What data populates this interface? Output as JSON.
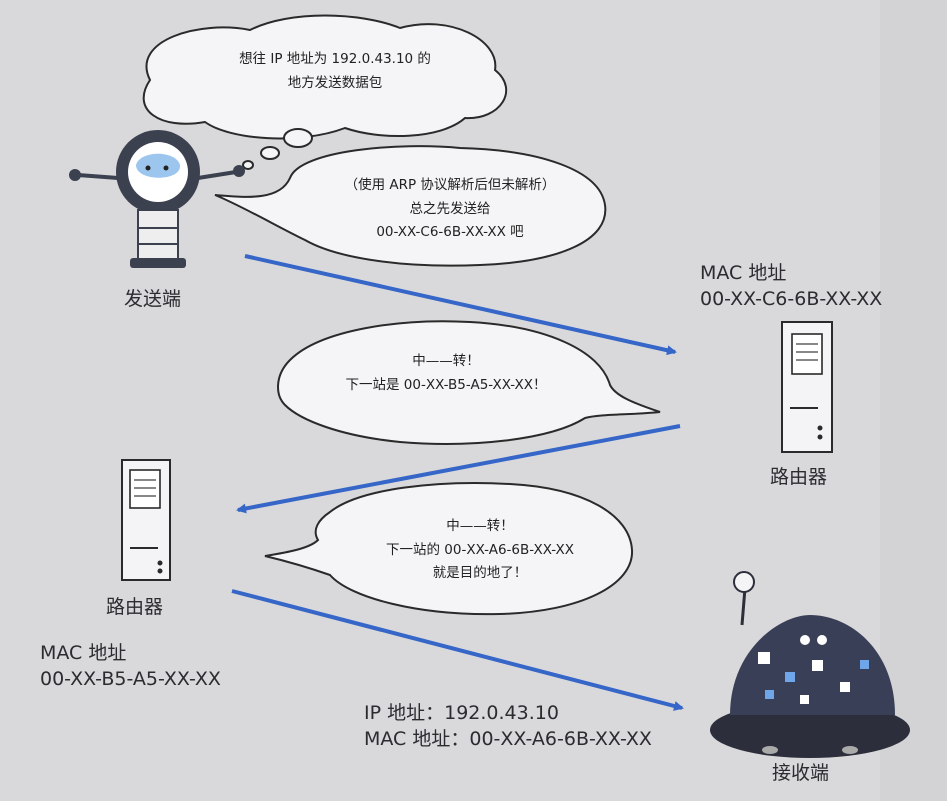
{
  "bubbles": {
    "intent": {
      "line1": "想往 IP 地址为 192.0.43.10 的",
      "line2": "地方发送数据包"
    },
    "arp": {
      "line1": "（使用 ARP 协议解析后但未解析）",
      "line2": "总之先发送给",
      "line3": "00-XX-C6-6B-XX-XX 吧"
    },
    "relay1": {
      "line1": "中——转！",
      "line2": "下一站是 00-XX-B5-A5-XX-XX！"
    },
    "relay2": {
      "line1": "中——转！",
      "line2": "下一站的 00-XX-A6-6B-XX-XX",
      "line3": "就是目的地了！"
    }
  },
  "sender": {
    "label": "发送端"
  },
  "router1": {
    "label": "路由器",
    "mac_title": "MAC 地址",
    "mac_value": "00-XX-C6-6B-XX-XX"
  },
  "router2": {
    "label": "路由器",
    "mac_title": "MAC 地址",
    "mac_value": "00-XX-B5-A5-XX-XX"
  },
  "receiver": {
    "label": "接收端",
    "ip_line": "IP 地址：192.0.43.10",
    "mac_line": "MAC 地址：00-XX-A6-6B-XX-XX"
  },
  "colors": {
    "arrow": "#3566c8",
    "device": "#f4f4f6",
    "robot": "#3c4150",
    "accent": "#3b7fd6"
  }
}
